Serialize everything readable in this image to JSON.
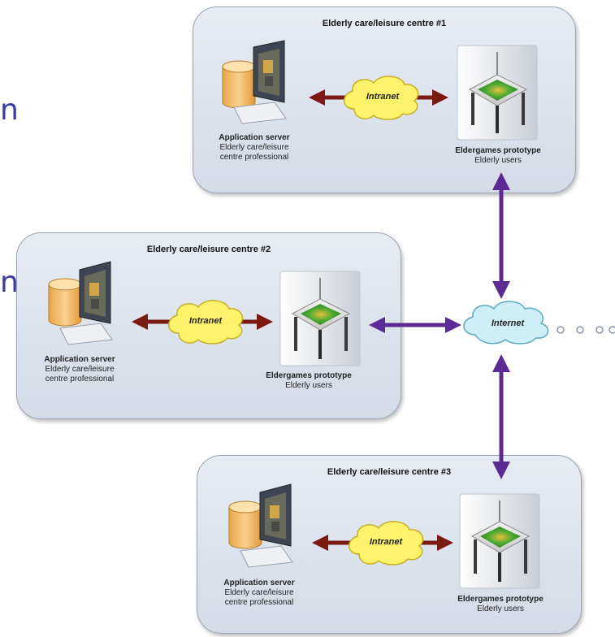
{
  "left_fragments": [
    "n",
    "n"
  ],
  "centres": [
    {
      "title": "Elderly care/leisure centre #1",
      "intranet_label": "Intranet",
      "server": {
        "title": "Application server",
        "line1": "Elderly care/leisure",
        "line2": "centre professional"
      },
      "prototype": {
        "title": "Eldergames prototype",
        "subtitle": "Elderly users"
      }
    },
    {
      "title": "Elderly care/leisure centre #2",
      "intranet_label": "Intranet",
      "server": {
        "title": "Application server",
        "line1": "Elderly care/leisure",
        "line2": "centre professional"
      },
      "prototype": {
        "title": "Eldergames prototype",
        "subtitle": "Elderly users"
      }
    },
    {
      "title": "Elderly care/leisure centre #3",
      "intranet_label": "Intranet",
      "server": {
        "title": "Application server",
        "line1": "Elderly care/leisure",
        "line2": "centre professional"
      },
      "prototype": {
        "title": "Eldergames prototype",
        "subtitle": "Elderly users"
      }
    }
  ],
  "internet_label": "Internet",
  "colors": {
    "intranet_arrow": "#7a1a12",
    "internet_arrow": "#5b2a93",
    "intranet_cloud": "#fff36b",
    "internet_cloud": "#cfeff8"
  },
  "icons": [
    "database-icon",
    "monitor-icon",
    "keyboard-icon",
    "table-icon",
    "cloud-icon",
    "ellipsis-icon"
  ]
}
